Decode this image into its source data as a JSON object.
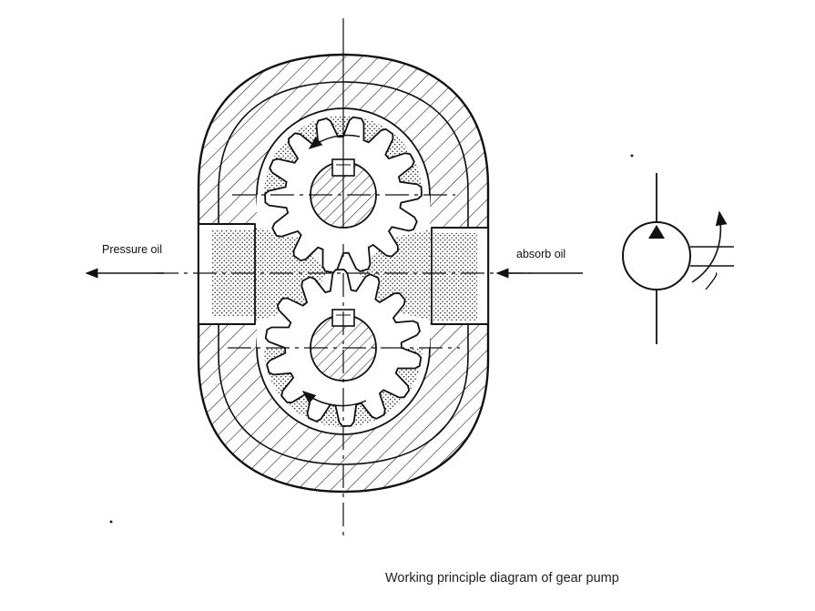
{
  "labels": {
    "pressure_oil": "Pressure oil",
    "absorb_oil": "absorb oil"
  },
  "caption": "Working principle diagram of gear pump",
  "colors": {
    "ink": "#111111",
    "background": "#ffffff"
  },
  "icons": {
    "symbol": "hydraulic-variable-pump-symbol"
  }
}
